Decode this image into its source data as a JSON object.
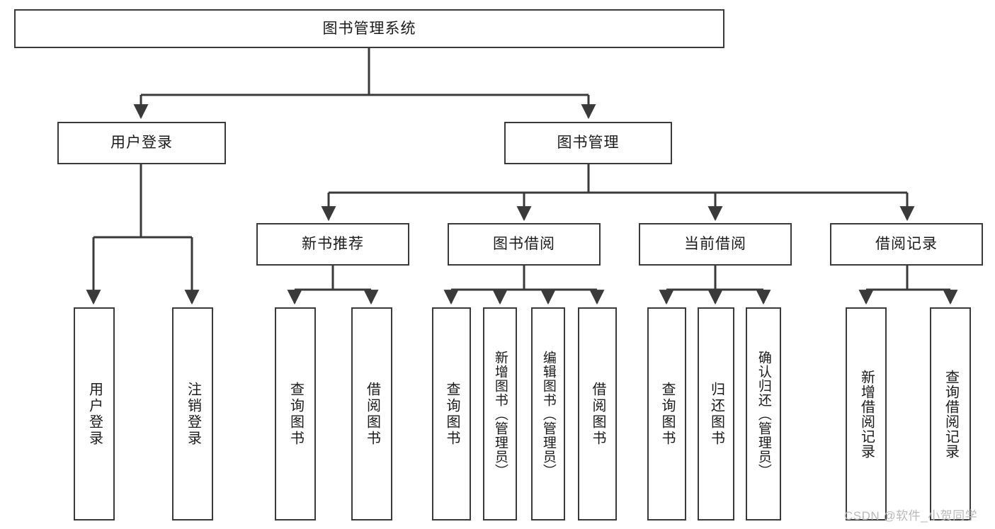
{
  "diagram": {
    "title": "图书管理系统",
    "type": "hierarchy-tree",
    "watermark": "CSDN @软件_小贺同学",
    "colors": {
      "box_border": "#3a3a3a",
      "box_fill": "#ffffff",
      "edge": "#3a3a3a",
      "text": "#1b1b1b",
      "watermark": "#b9b9b9"
    },
    "root": {
      "id": "root",
      "label": "图书管理系统"
    },
    "level1": [
      {
        "id": "user-login",
        "label": "用户登录"
      },
      {
        "id": "book-mgmt",
        "label": "图书管理"
      }
    ],
    "level2": [
      {
        "id": "new-book-rec",
        "label": "新书推荐",
        "parent": "book-mgmt"
      },
      {
        "id": "book-borrow",
        "label": "图书借阅",
        "parent": "book-mgmt"
      },
      {
        "id": "current-borrow",
        "label": "当前借阅",
        "parent": "book-mgmt"
      },
      {
        "id": "borrow-record",
        "label": "借阅记录",
        "parent": "book-mgmt"
      }
    ],
    "leaves": [
      {
        "id": "leaf-user-login",
        "label": "用户登录",
        "parent": "user-login"
      },
      {
        "id": "leaf-logout",
        "label": "注销登录",
        "parent": "user-login"
      },
      {
        "id": "leaf-query-book-1",
        "label": "查询图书",
        "parent": "new-book-rec"
      },
      {
        "id": "leaf-borrow-book-1",
        "label": "借阅图书",
        "parent": "new-book-rec"
      },
      {
        "id": "leaf-query-book-2",
        "label": "查询图书",
        "parent": "book-borrow"
      },
      {
        "id": "leaf-add-book",
        "label": "新增图书（管理员）",
        "parent": "book-borrow"
      },
      {
        "id": "leaf-edit-book",
        "label": "编辑图书（管理员）",
        "parent": "book-borrow"
      },
      {
        "id": "leaf-borrow-book-2",
        "label": "借阅图书",
        "parent": "book-borrow"
      },
      {
        "id": "leaf-query-book-3",
        "label": "查询图书",
        "parent": "current-borrow"
      },
      {
        "id": "leaf-return-book",
        "label": "归还图书",
        "parent": "current-borrow"
      },
      {
        "id": "leaf-confirm-return",
        "label": "确认归还（管理员）",
        "parent": "current-borrow"
      },
      {
        "id": "leaf-add-record",
        "label": "新增借阅记录",
        "parent": "borrow-record"
      },
      {
        "id": "leaf-query-record",
        "label": "查询借阅记录",
        "parent": "borrow-record"
      }
    ]
  }
}
